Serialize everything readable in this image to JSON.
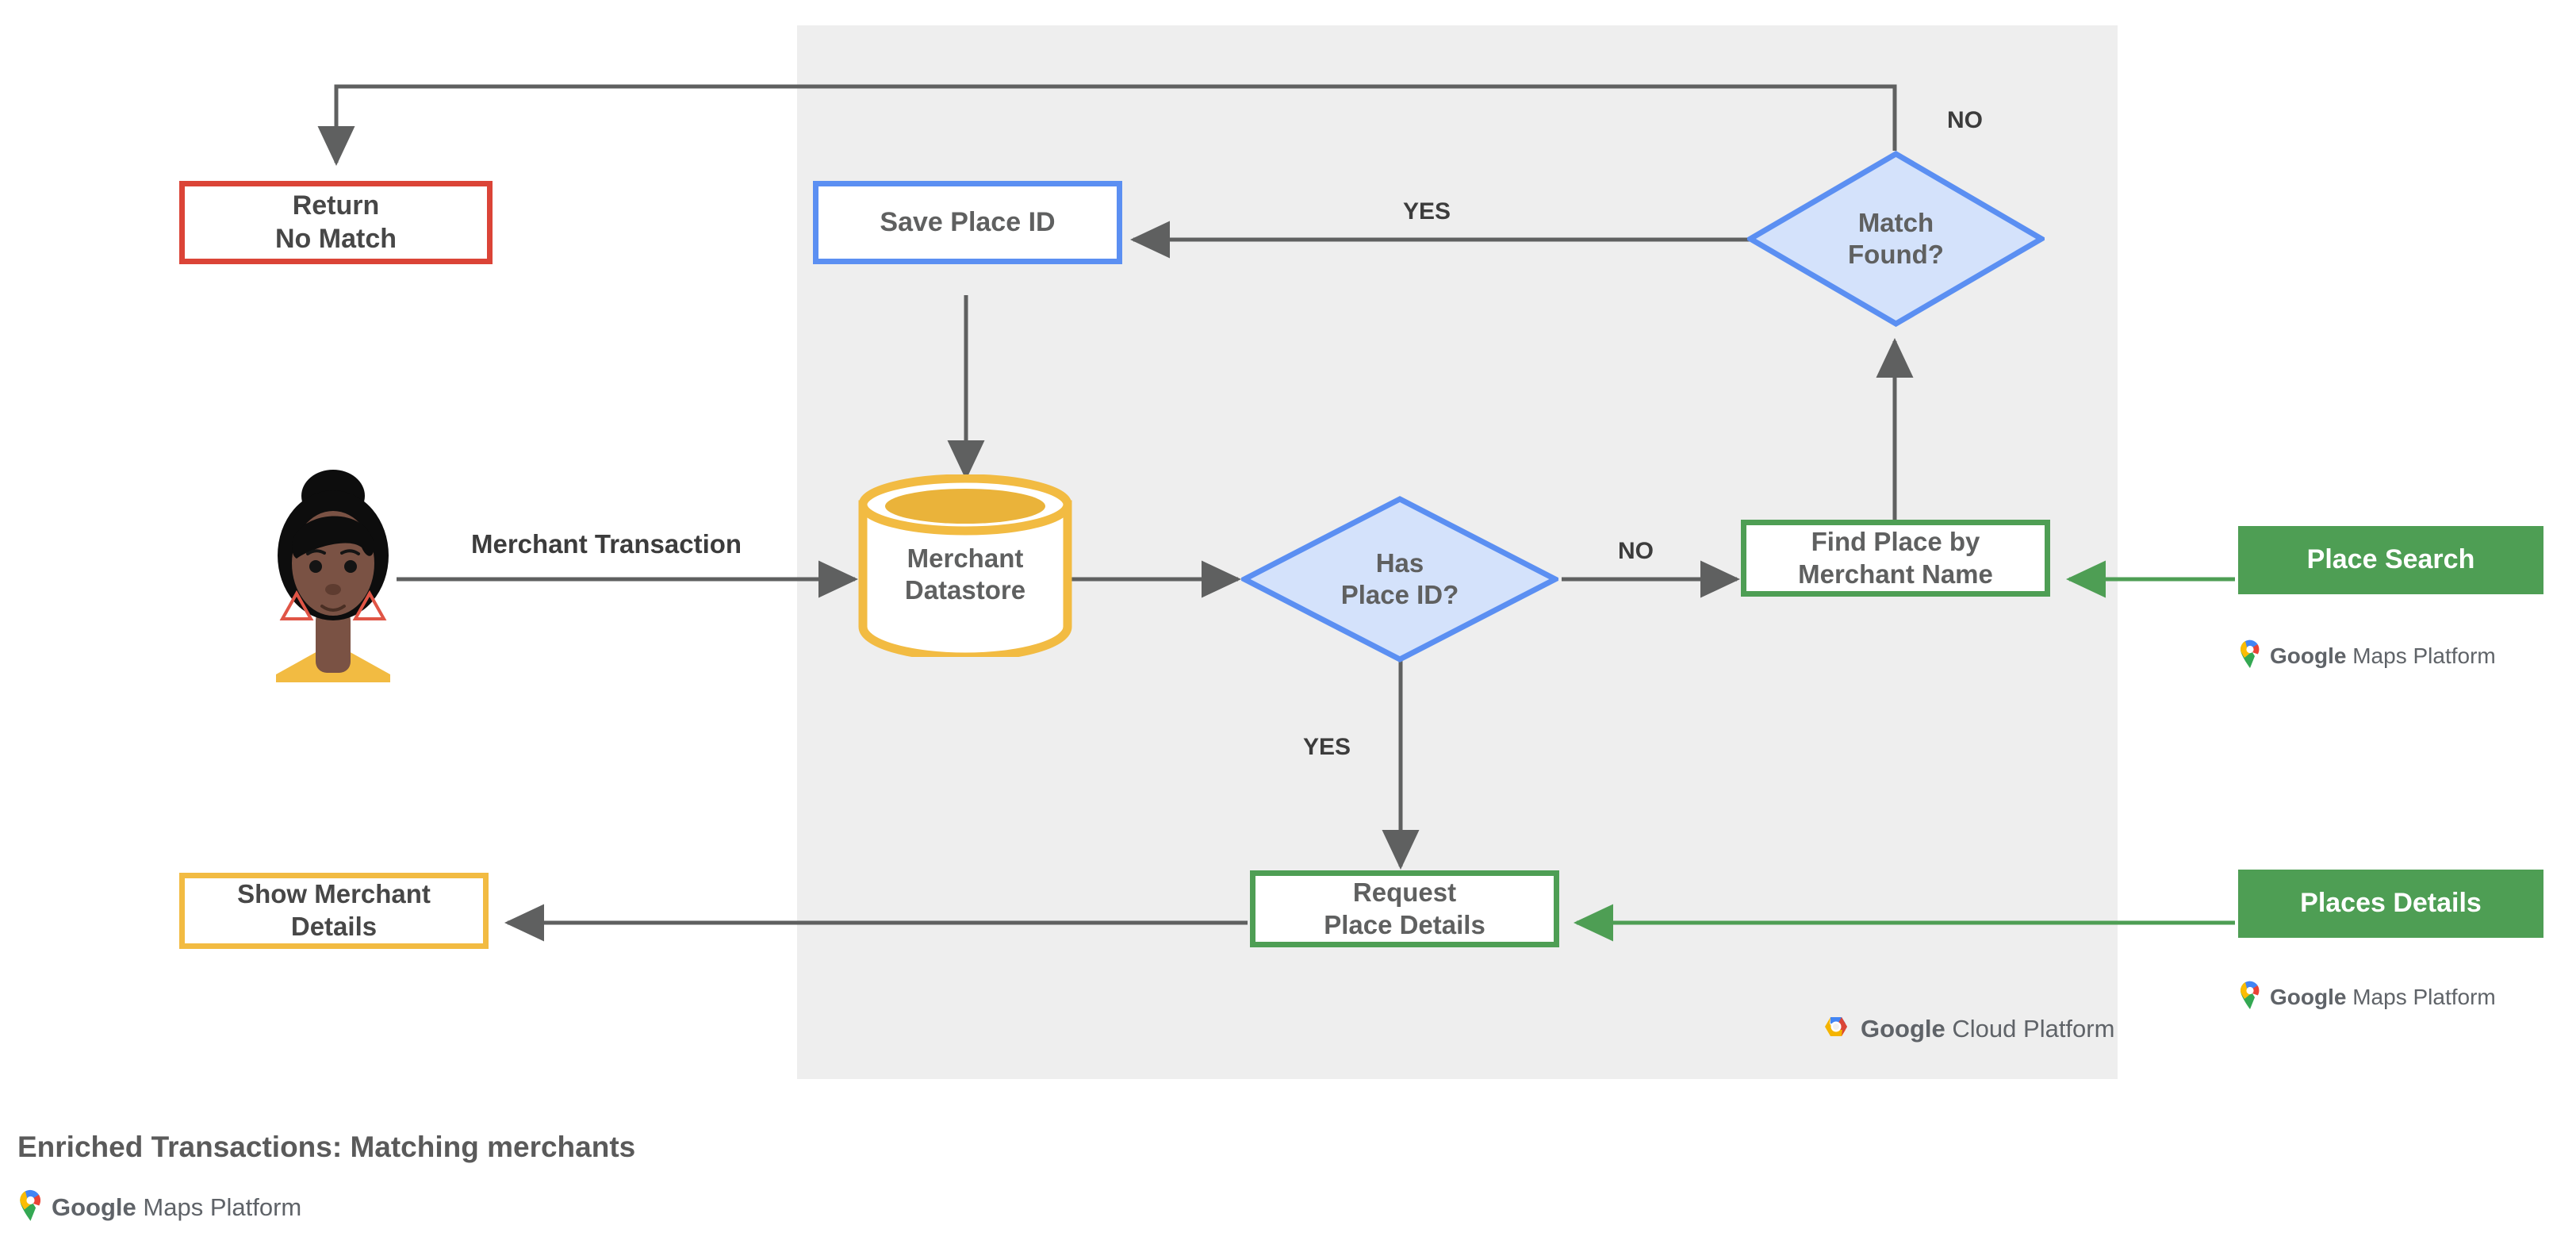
{
  "diagram": {
    "caption": "Enriched Transactions: Matching merchants",
    "panel_label": "Google Cloud Platform",
    "colors": {
      "panel_bg": "#eeeeee",
      "red": "#db4437",
      "blue": "#5b8ff2",
      "blue_fill": "#d4e2fb",
      "green": "#4e9e54",
      "yellow": "#f2bb42",
      "edge": "#5f6060",
      "green_edge": "#4e9e54",
      "text": "#474747"
    },
    "nodes": {
      "return_no_match": "Return\nNo Match",
      "save_place_id": "Save Place ID",
      "match_found": "Match\nFound?",
      "merchant_datastore": "Merchant\nDatastore",
      "has_place_id": "Has\nPlace ID?",
      "find_place_by_merchant_name": "Find Place by\nMerchant Name",
      "place_search": "Place Search",
      "request_place_details": "Request\nPlace Details",
      "places_details": "Places Details",
      "show_merchant_details": "Show Merchant\nDetails"
    },
    "edge_labels": {
      "merchant_transaction": "Merchant Transaction",
      "match_found_yes": "YES",
      "match_found_no": "NO",
      "has_place_id_yes": "YES",
      "has_place_id_no": "NO"
    },
    "logos": {
      "google": "Google",
      "maps_platform": "Maps Platform",
      "cloud_platform": "Cloud Platform"
    }
  }
}
